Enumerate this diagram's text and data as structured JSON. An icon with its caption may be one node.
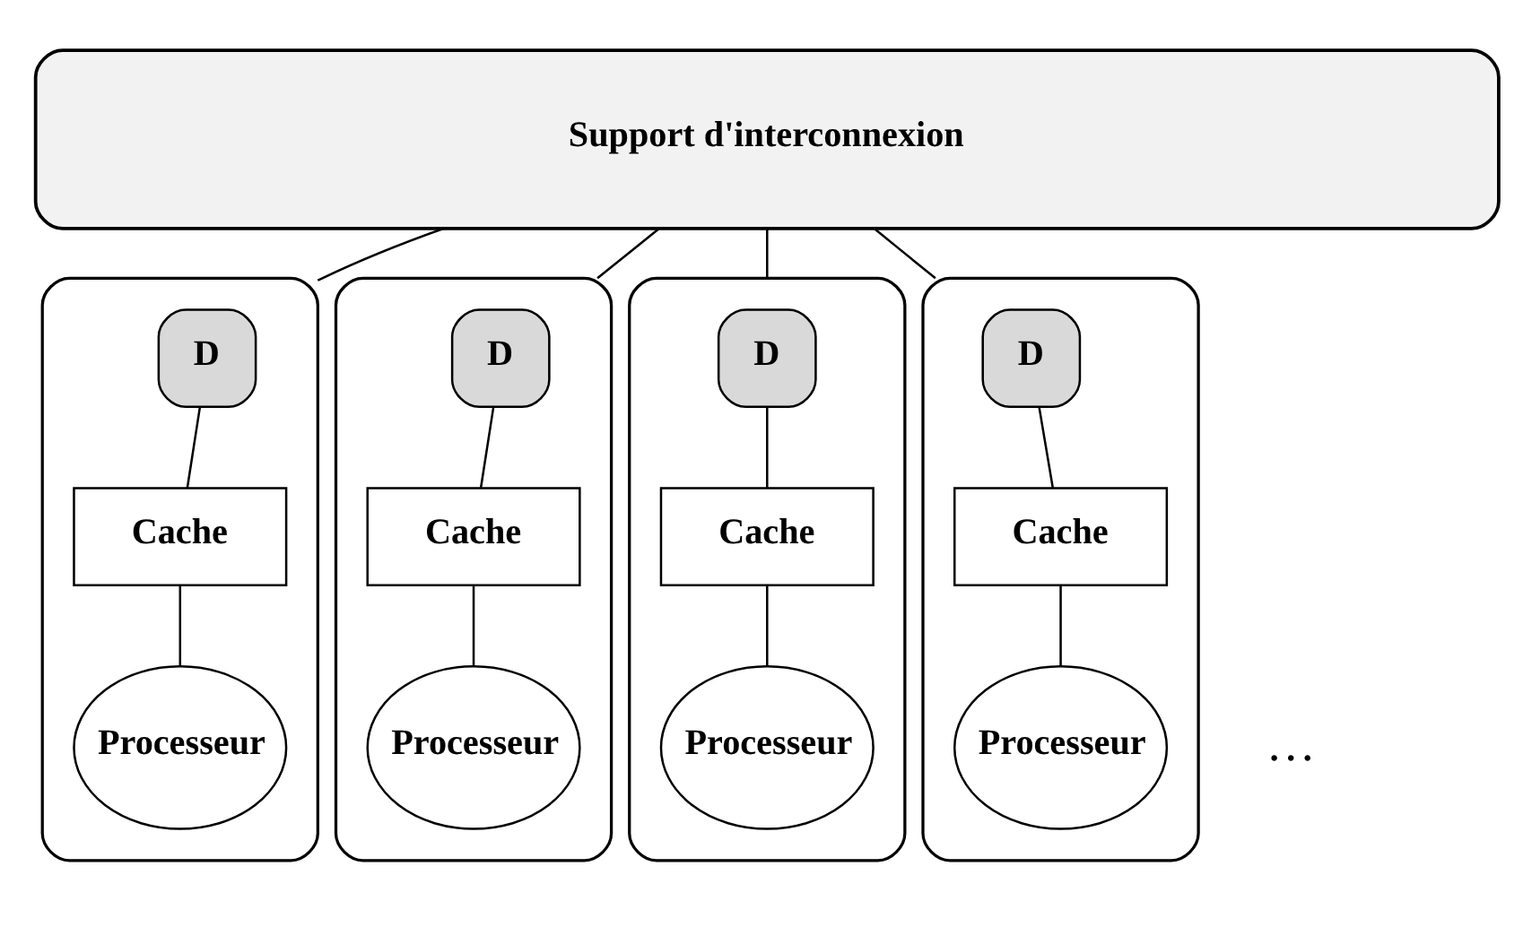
{
  "diagram": {
    "nodes": [
      {
        "text": [
          "Support d'interconnexion"
        ]
      },
      {
        "text": [],
        "shape": "box"
      },
      {
        "text": [
          "D"
        ],
        "in": 1
      },
      {
        "text": [
          "Cache"
        ],
        "in": 1
      },
      {
        "text": [
          "Processeur"
        ],
        "in": 1
      },
      {
        "text": [],
        "shape": "box"
      },
      {
        "text": [
          "D"
        ],
        "in": 5
      },
      {
        "text": [
          "Cache"
        ],
        "in": 5
      },
      {
        "text": [
          "Processeur"
        ],
        "in": 5
      },
      {
        "text": [],
        "shape": "box"
      },
      {
        "text": [
          "D"
        ],
        "in": 9
      },
      {
        "text": [
          "Cache"
        ],
        "in": 9
      },
      {
        "text": [
          "Processeur"
        ],
        "in": 9
      },
      {
        "text": [],
        "shape": "box"
      },
      {
        "text": [
          "D"
        ],
        "in": 13
      },
      {
        "text": [
          "Cache"
        ],
        "in": 13
      },
      {
        "text": [
          "Processeur"
        ],
        "in": 13
      }
    ],
    "edges": [
      {
        "from": 0,
        "to": 1,
        "arrow": "none"
      },
      {
        "from": 2,
        "to": 3,
        "arrow": "none"
      },
      {
        "from": 3,
        "to": 4,
        "arrow": "none"
      },
      {
        "from": 0,
        "to": 5,
        "arrow": "none"
      },
      {
        "from": 6,
        "to": 7,
        "arrow": "none"
      },
      {
        "from": 7,
        "to": 8,
        "arrow": "none"
      },
      {
        "from": 0,
        "to": 9,
        "arrow": "none"
      },
      {
        "from": 10,
        "to": 11,
        "arrow": "none"
      },
      {
        "from": 11,
        "to": 12,
        "arrow": "none"
      },
      {
        "from": 0,
        "to": 13,
        "arrow": "none"
      },
      {
        "from": 14,
        "to": 15,
        "arrow": "none"
      },
      {
        "from": 15,
        "to": 16,
        "arrow": "none"
      }
    ],
    "labels": [
      "…"
    ]
  }
}
